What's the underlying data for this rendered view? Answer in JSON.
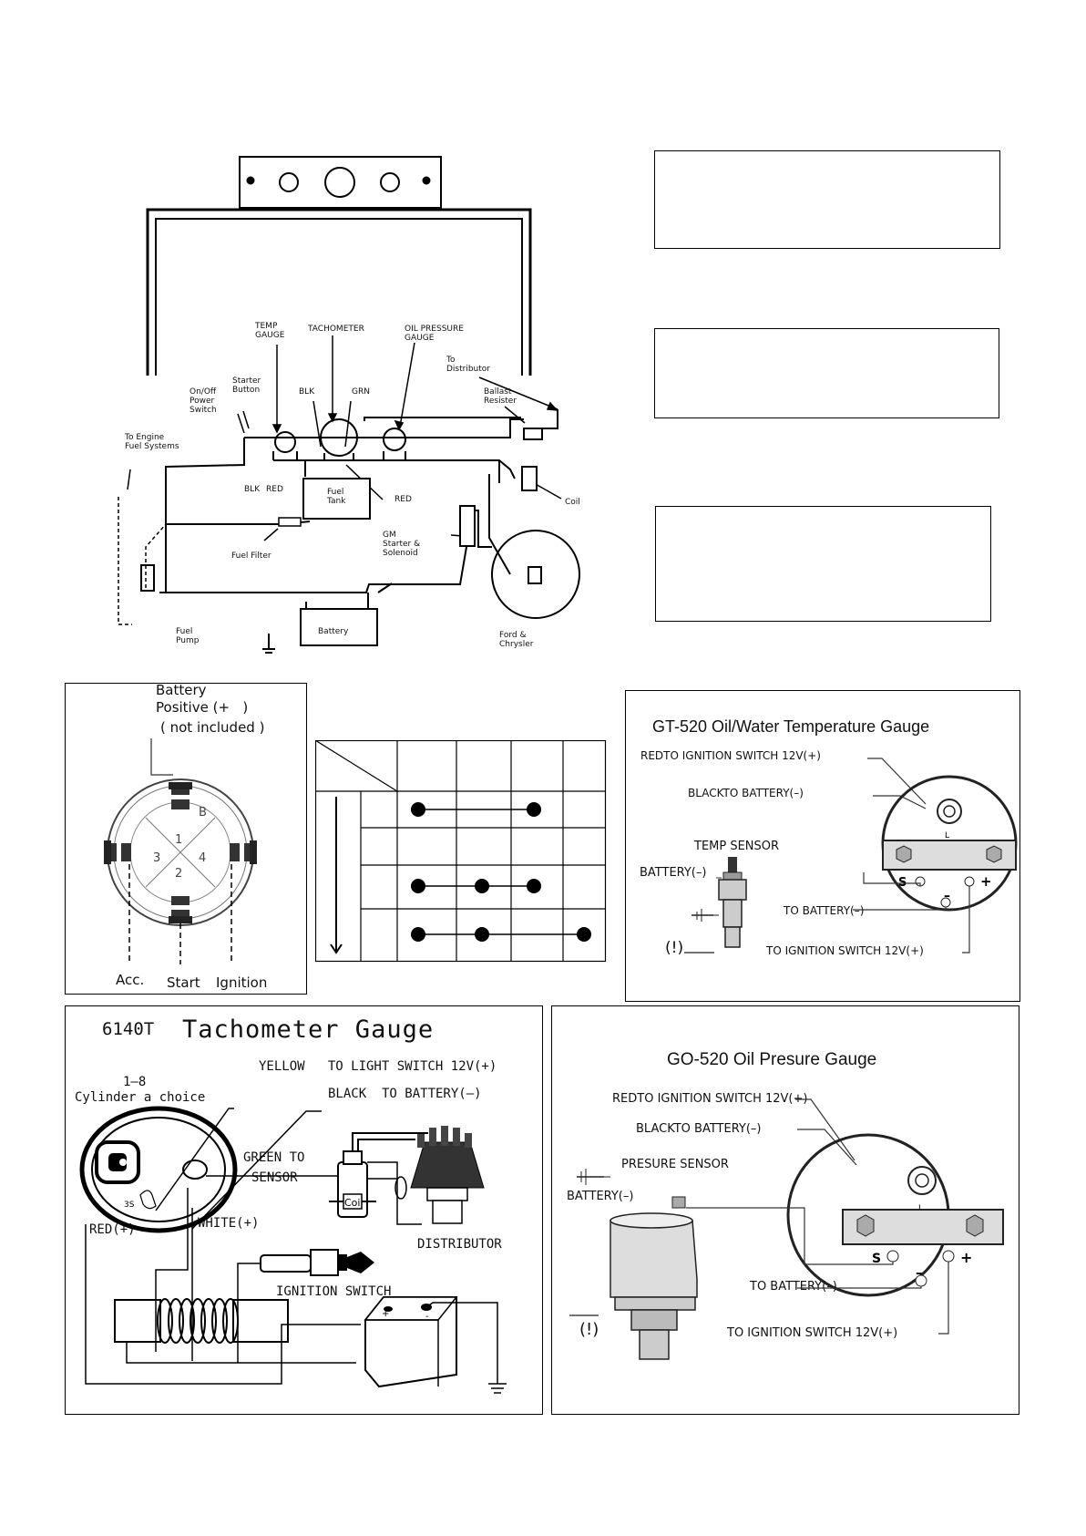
{
  "wiring_diagram": {
    "labels": {
      "temp_gauge": "TEMP\nGAUGE",
      "tachometer": "TACHOMETER",
      "oil_pressure_gauge": "OIL PRESSURE\nGAUGE",
      "to_distributor": "To\nDistributor",
      "ballast_resister": "Ballast\nResister",
      "on_off_power_switch": "On/Off\nPower\nSwitch",
      "starter_button": "Starter\nButton",
      "blk_top": "BLK",
      "grn": "GRN",
      "to_engine_fuel_systems": "To Engine\nFuel Systems",
      "blk_bottom": "BLK",
      "red_left": "RED",
      "fuel_tank": "Fuel\nTank",
      "red_right": "RED",
      "coil": "Coil",
      "fuel_filter": "Fuel Filter",
      "gm_starter_solenoid": "GM\nStarter &\nSolenoid",
      "fuel_pump": "Fuel\nPump",
      "battery": "Battery",
      "ford_chrysler": "Ford &\nChrysler"
    }
  },
  "ignition_switch_panel": {
    "battery_label_line1": "Battery",
    "battery_label_line2": "Positive (+   )",
    "battery_label_line3": "( not included )",
    "terminal_labels": {
      "acc": "Acc.",
      "start": "Start",
      "ignition": "Ignition"
    },
    "switch_numbers": [
      "1",
      "2",
      "3",
      "4",
      "B"
    ]
  },
  "switch_table": {
    "rows_with_connections": [
      {
        "dots": [
          1,
          3
        ]
      },
      {
        "dots": []
      },
      {
        "dots": [
          1,
          2,
          3
        ]
      },
      {
        "dots": [
          1,
          2,
          4
        ]
      }
    ]
  },
  "temp_gauge_panel": {
    "title": "GT-520 Oil/Water Temperature Gauge",
    "red_label": "REDTO IGNITION SWITCH 12V(+)",
    "black_label": "BLACKTO BATTERY(–)",
    "temp_sensor": "TEMP SENSOR",
    "battery_neg": "BATTERY(–)",
    "to_battery": "TO BATTERY(–)",
    "to_ignition": "TO IGNITION SWITCH 12V(+)",
    "warning": "(!)",
    "s_label": "S",
    "l_label": "L",
    "plus": "+",
    "minus": "–"
  },
  "tach_panel": {
    "model": "6140T",
    "title": "Tachometer Gauge",
    "yellow": "YELLOW   TO LIGHT SWITCH 12V(+)",
    "black": "BLACK  TO BATTERY(–)",
    "cylinder_line1": "1–8",
    "cylinder_line2": "Cylinder a choice",
    "green_line1": "GREEN TO",
    "green_line2": "SENSOR",
    "coil": "Coil",
    "distributor": "DISTRIBUTOR",
    "red": "RED(+)",
    "white": "WHITE(+)",
    "ignition_switch": "IGNITION SWITCH",
    "three_s": "3S"
  },
  "oil_gauge_panel": {
    "title": "GO-520 Oil Presure Gauge",
    "red_label": "REDTO IGNITION SWITCH 12V(+)",
    "black_label": "BLACKTO BATTERY(–)",
    "sensor": "PRESURE SENSOR",
    "battery_neg": "BATTERY(–)",
    "to_battery": "TO BATTERY(–)",
    "to_ignition": "TO IGNITION SWITCH 12V(+)",
    "warning": "(!)",
    "s_label": "S",
    "l_label": "L",
    "plus": "+",
    "minus": "–"
  }
}
